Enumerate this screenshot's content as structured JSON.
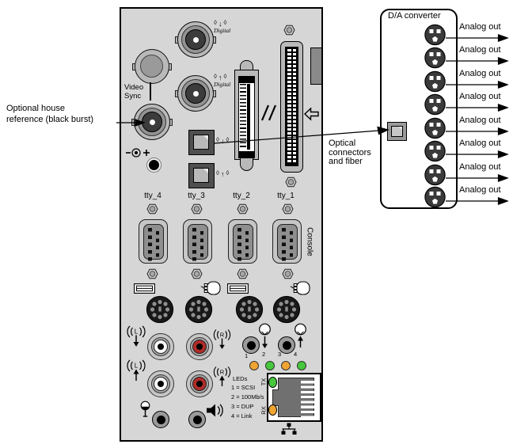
{
  "annotations": {
    "house_reference": [
      "Optional house",
      "reference (black burst)"
    ],
    "optical": [
      "Optical",
      "connectors",
      "and fiber"
    ]
  },
  "da_converter": {
    "title": "D/A converter",
    "outputs": [
      "Analog out",
      "Analog out",
      "Analog out",
      "Analog out",
      "Analog out",
      "Analog out",
      "Analog out",
      "Analog out"
    ]
  },
  "panel": {
    "video_sync": [
      "Video",
      "Sync"
    ],
    "digital_label": "Digital",
    "tty": [
      "tty_4",
      "tty_3",
      "tty_2",
      "tty_1"
    ],
    "console": "Console",
    "audio": {
      "line_in_left": "L",
      "line_out_left": "L",
      "line_in_right": "R",
      "line_out_right": "R"
    },
    "leds": {
      "title": "LEDs",
      "numbers": [
        "1",
        "2",
        "3",
        "4"
      ],
      "legend": [
        "1 = SCSI",
        "2 = 100Mb/s",
        "3 = DUP",
        "4 = Link"
      ],
      "colors": [
        "#f0a432",
        "#46c83c",
        "#f0a432",
        "#46c83c"
      ]
    },
    "ethernet": {
      "tx": "TX",
      "rx": "RX"
    }
  },
  "colors": {
    "panel": "#d6d6d6",
    "led_green": "#46c83c",
    "led_orange": "#f0a432",
    "rca_red": "#b02c28",
    "rca_white": "#f8f8f8"
  }
}
